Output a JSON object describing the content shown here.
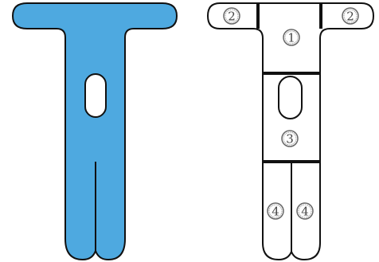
{
  "colors": {
    "fill_colored": "#4ea9e0",
    "outline": "#111111",
    "fill_template": "#ffffff",
    "number_text": "#444444"
  },
  "template_labels": {
    "wing_left": "2",
    "wing_right": "2",
    "center_top": "1",
    "center_middle": "3",
    "tail_left": "4",
    "tail_right": "4"
  }
}
